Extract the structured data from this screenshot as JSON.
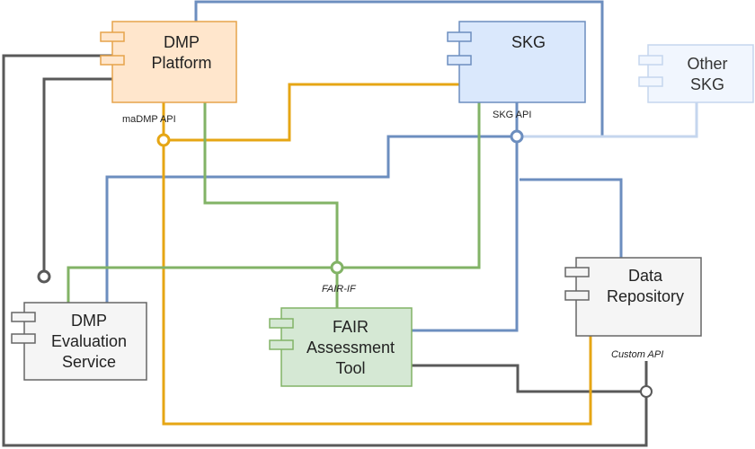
{
  "components": {
    "dmp_platform": {
      "line1": "DMP",
      "line2": "Platform"
    },
    "skg": {
      "line1": "SKG"
    },
    "other_skg": {
      "line1": "Other",
      "line2": "SKG"
    },
    "data_repository": {
      "line1": "Data",
      "line2": "Repository"
    },
    "dmp_evaluation": {
      "line1": "DMP",
      "line2": "Evaluation",
      "line3": "Service"
    },
    "fair_tool": {
      "line1": "FAIR",
      "line2": "Assessment",
      "line3": "Tool"
    }
  },
  "interfaces": {
    "madmp_api": "maDMP API",
    "skg_api": "SKG API",
    "fair_if": "FAIR-IF",
    "custom_api": "Custom API"
  },
  "colors": {
    "orange": "#e6a614",
    "blue": "#6c8ebf",
    "blue_light": "#c5d6ee",
    "green": "#82b366",
    "gray": "#595959",
    "dmp_fill": "#ffe6cc",
    "dmp_stroke": "#e6a34b",
    "skg_fill": "#dae8fc",
    "other_skg_fill": "#f1f6fe",
    "repo_fill": "#f5f5f5",
    "repo_stroke": "#666666",
    "fair_fill": "#d5e8d4"
  }
}
